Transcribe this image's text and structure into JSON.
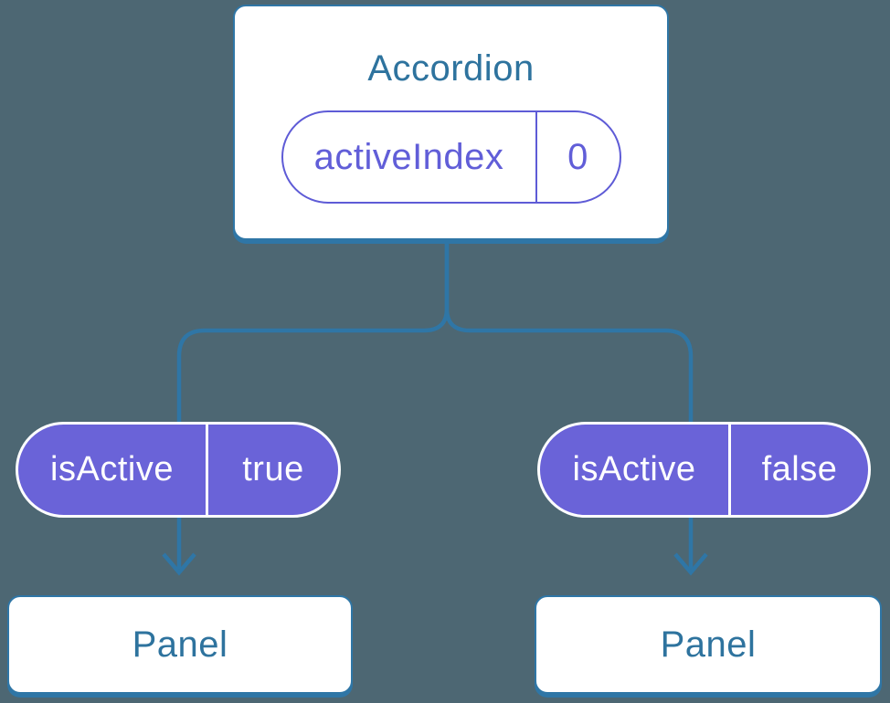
{
  "diagram": {
    "description": "React component tree showing state passed down from an Accordion component to two Panel children",
    "colors": {
      "background": "#4D6773",
      "line_blue": "#2F76A6",
      "text_blue": "#2E739E",
      "pill_purple_fill": "#6A63D8",
      "pill_purple_border": "#5E5BD6",
      "card_white": "#FFFFFF",
      "pill_text_white": "#FFFFFF"
    },
    "root_card": {
      "title": "Accordion",
      "state_pill": {
        "label": "activeIndex",
        "value": "0"
      }
    },
    "branches": [
      {
        "prop_pill": {
          "label": "isActive",
          "value": "true"
        },
        "child_card": {
          "title": "Panel"
        }
      },
      {
        "prop_pill": {
          "label": "isActive",
          "value": "false"
        },
        "child_card": {
          "title": "Panel"
        }
      }
    ]
  }
}
